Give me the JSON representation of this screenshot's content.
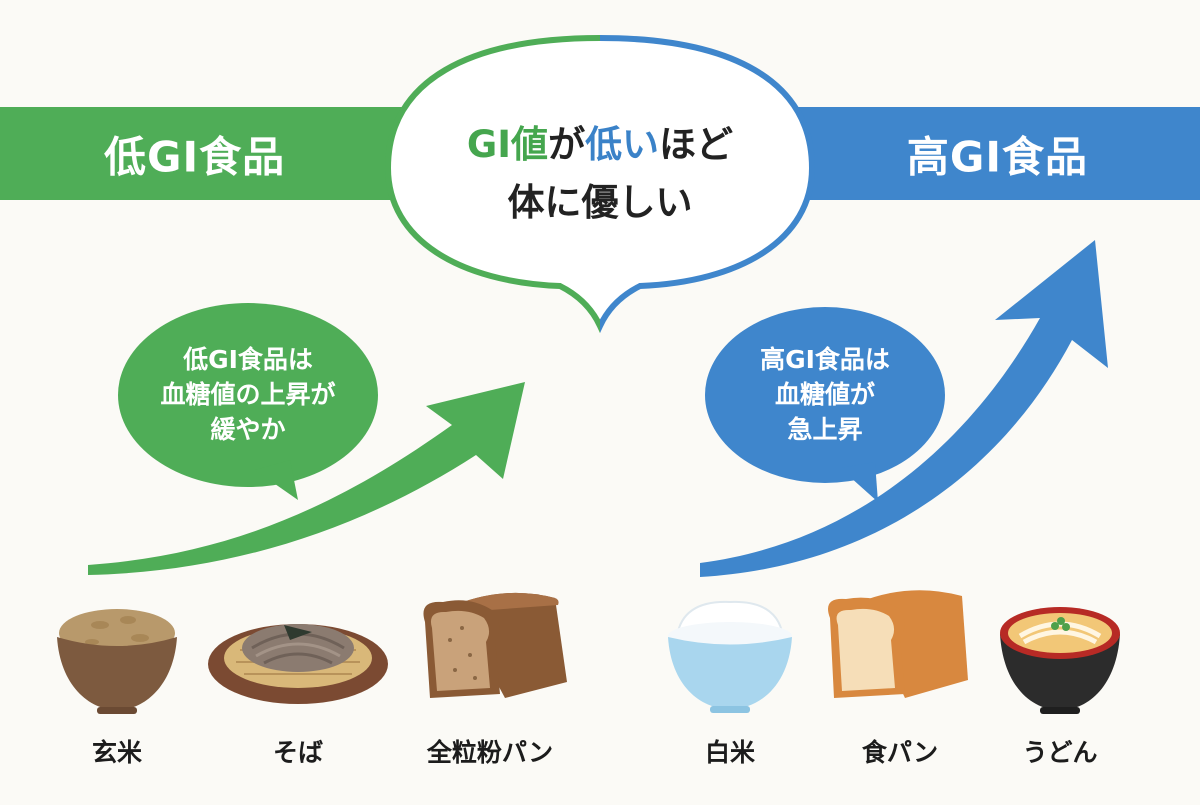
{
  "banners": {
    "low": "低GI食品",
    "high": "高GI食品"
  },
  "main_message": {
    "line1_part1": "GI値",
    "line1_part2": "が",
    "line1_part3": "低い",
    "line1_part4": "ほど",
    "line2": "体に優しい"
  },
  "low_bubble": {
    "line1": "低GI食品は",
    "line2": "血糖値の上昇が",
    "line3": "緩やか"
  },
  "high_bubble": {
    "line1": "高GI食品は",
    "line2": "血糖値が",
    "line3": "急上昇"
  },
  "low_foods": [
    {
      "label": "玄米",
      "icon": "brown-rice-bowl-icon"
    },
    {
      "label": "そば",
      "icon": "soba-plate-icon"
    },
    {
      "label": "全粒粉パン",
      "icon": "whole-wheat-bread-icon"
    }
  ],
  "high_foods": [
    {
      "label": "白米",
      "icon": "white-rice-bowl-icon"
    },
    {
      "label": "食パン",
      "icon": "white-bread-icon"
    },
    {
      "label": "うどん",
      "icon": "udon-bowl-icon"
    }
  ],
  "colors": {
    "green": "#4fad57",
    "blue": "#3f86cc",
    "background": "#fbfaf6"
  }
}
